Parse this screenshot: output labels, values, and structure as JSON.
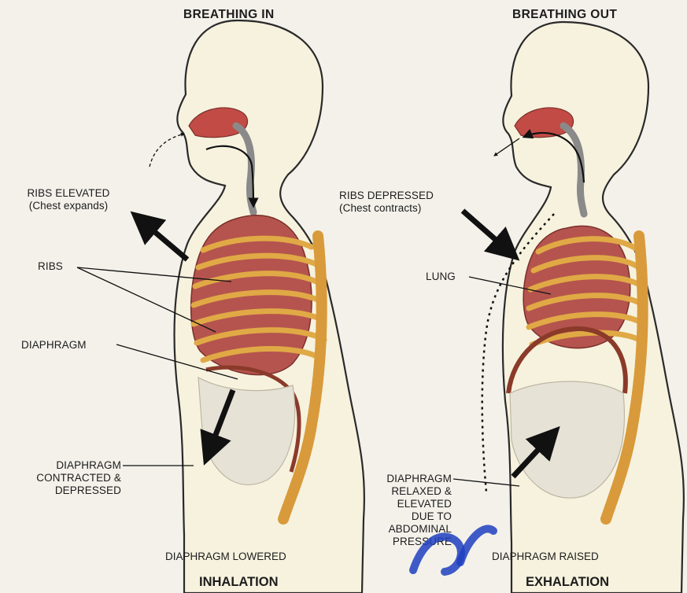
{
  "left_panel": {
    "title": "BREATHING IN",
    "labels": {
      "ribs_elevated": [
        "RIBS ELEVATED",
        "(Chest expands)"
      ],
      "ribs": "RIBS",
      "diaphragm": "DIAPHRAGM",
      "diaphragm_contracted": [
        "DIAPHRAGM",
        "CONTRACTED &",
        "DEPRESSED"
      ]
    },
    "footer": "DIAPHRAGM LOWERED",
    "phase": "INHALATION"
  },
  "right_panel": {
    "title": "BREATHING OUT",
    "labels": {
      "ribs_depressed": [
        "RIBS DEPRESSED",
        "(Chest contracts)"
      ],
      "lung": "LUNG",
      "diaphragm_relaxed": [
        "DIAPHRAGM",
        "RELAXED &",
        "ELEVATED",
        "DUE TO",
        "ABDOMINAL",
        "PRESSURE"
      ]
    },
    "footer": "DIAPHRAGM RAISED",
    "phase": "EXHALATION"
  },
  "colors": {
    "body_fill": "#f6f2de",
    "body_outline": "#2a2a2a",
    "lung": "#b5544e",
    "lung_dark": "#7a2f2a",
    "rib": "#e0a945",
    "rib_dark": "#b57a22",
    "spine": "#d89a3a",
    "diaphragm": "#8b3a2a",
    "abdomen": "#e6e2d6",
    "watermark": "#1f3fbf"
  }
}
